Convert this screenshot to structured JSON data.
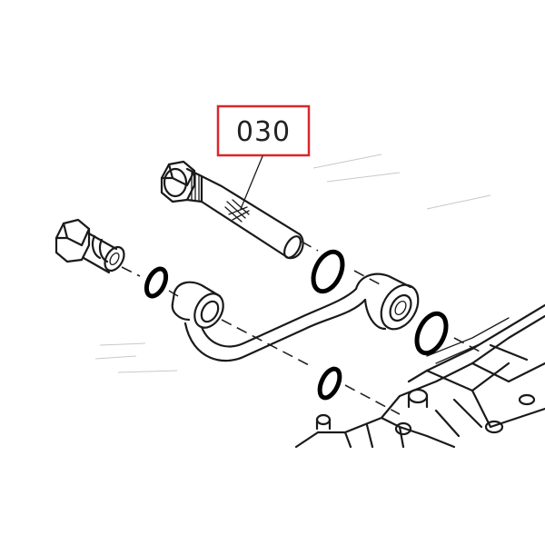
{
  "callout": {
    "label": "030",
    "highlight_color": "#d9262c"
  },
  "colors": {
    "line": "#1a1a1a",
    "background": "#ffffff"
  },
  "parts": [
    "banjo-bolt",
    "hollow-bolt",
    "o-ring",
    "oil-pipe",
    "housing"
  ]
}
